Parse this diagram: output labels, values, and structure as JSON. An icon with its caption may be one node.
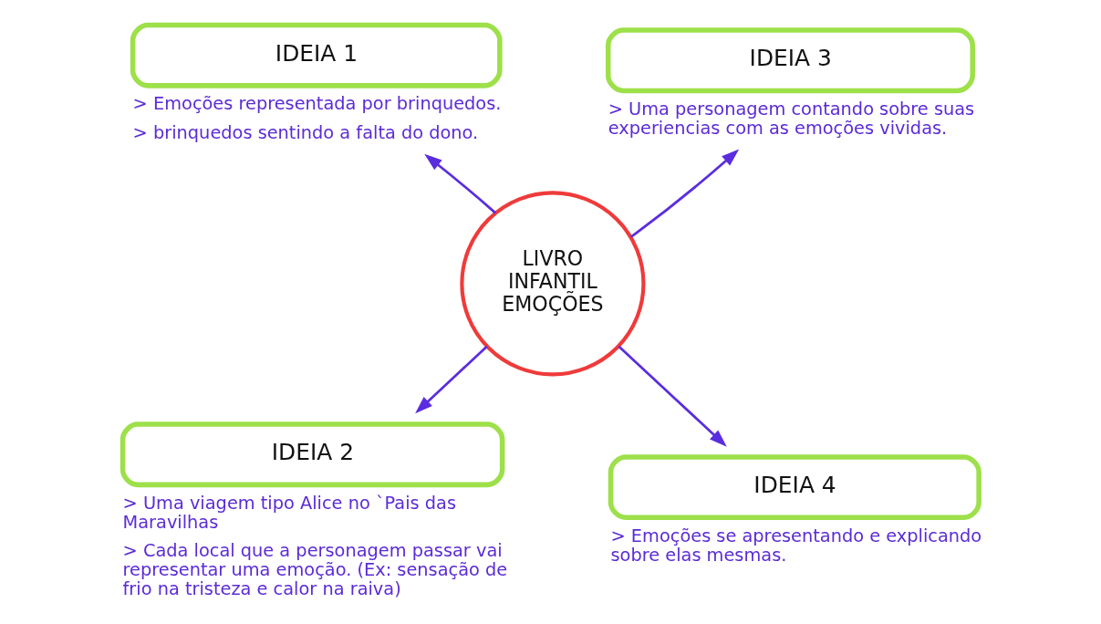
{
  "diagram": {
    "nodes": [
      {
        "text": [
          "IDEIA 1"
        ],
        "beside": [
          "> Emoções representada por brinquedos.",
          "> brinquedos sentindo a falta do dono."
        ]
      },
      {
        "text": [
          "IDEIA 3"
        ],
        "beside": [
          "> Uma personagem contando sobre suas experiencias com as emoções vividas."
        ]
      },
      {
        "text": [
          "LIVRO INFANTIL EMOÇÕES"
        ]
      },
      {
        "text": [
          "IDEIA 2"
        ],
        "beside": [
          "> Uma viagem tipo Alice no `Pais das Maravilhas",
          "> Cada local que a personagem passar vai representar uma emoção. (Ex: sensação de frio na tristeza e calor na raiva)"
        ]
      },
      {
        "text": [
          "IDEIA 4"
        ],
        "beside": [
          "> Emoções se apresentando e explicando sobre elas mesmas."
        ]
      }
    ],
    "edges": [
      {
        "from": 2,
        "to": 0,
        "arrow": "to"
      },
      {
        "from": 2,
        "to": 1,
        "arrow": "to"
      },
      {
        "from": 2,
        "to": 3,
        "arrow": "to"
      },
      {
        "from": 2,
        "to": 4,
        "arrow": "to"
      }
    ]
  }
}
